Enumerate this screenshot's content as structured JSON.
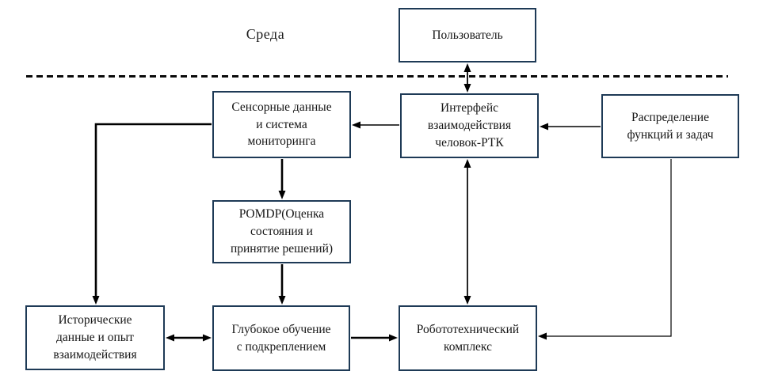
{
  "diagram": {
    "environment_label": "Среда",
    "boxes": {
      "user": "Пользователь",
      "sensor": "Сенсорные данные\nи система\nмониторинга",
      "interface": "Интерфейс\nвзаимодействия\nчеловок-РТК",
      "distribution": "Распределение\nфункций и задач",
      "pomdp": "POMDP(Оценка\nсостояния и\nпринятие решений)",
      "history": "Исторические\nданные и опыт\nвзаимодействия",
      "deep_learning": "Глубокое обучение\nс подкреплением",
      "robot": "Робототехнический\nкомплекс"
    },
    "colors": {
      "box_border": "#1e3a56",
      "line": "#000000",
      "background": "#ffffff",
      "text": "#161616"
    }
  }
}
